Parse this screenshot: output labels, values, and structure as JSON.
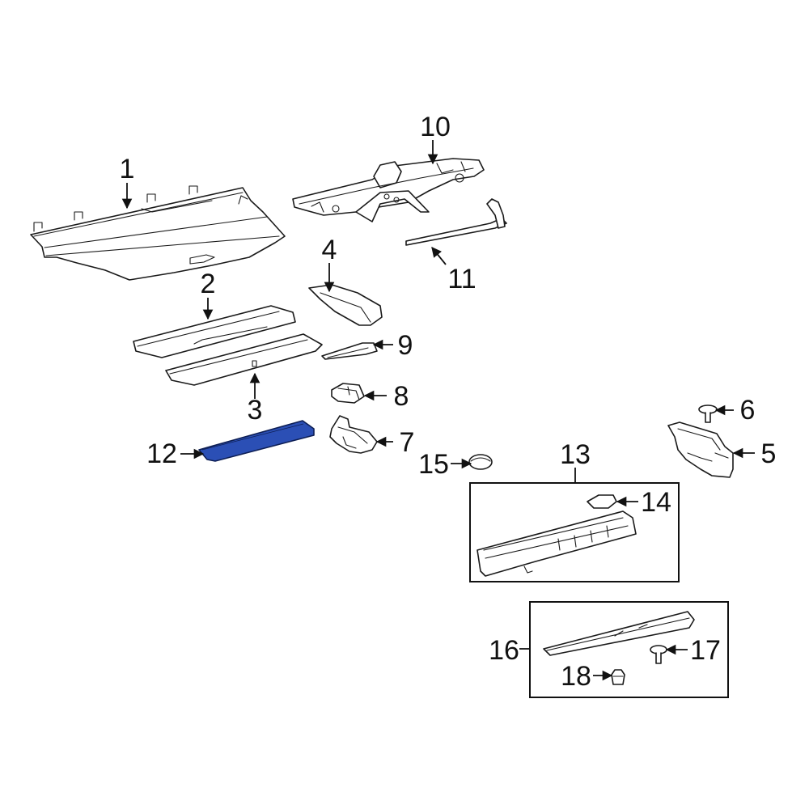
{
  "highlight_color": "#2b4fb5",
  "callouts": [
    {
      "id": "1",
      "text": "1"
    },
    {
      "id": "2",
      "text": "2"
    },
    {
      "id": "3",
      "text": "3"
    },
    {
      "id": "4",
      "text": "4"
    },
    {
      "id": "5",
      "text": "5"
    },
    {
      "id": "6",
      "text": "6"
    },
    {
      "id": "7",
      "text": "7"
    },
    {
      "id": "8",
      "text": "8"
    },
    {
      "id": "9",
      "text": "9"
    },
    {
      "id": "10",
      "text": "10"
    },
    {
      "id": "11",
      "text": "11"
    },
    {
      "id": "12",
      "text": "12"
    },
    {
      "id": "13",
      "text": "13"
    },
    {
      "id": "14",
      "text": "14"
    },
    {
      "id": "15",
      "text": "15"
    },
    {
      "id": "16",
      "text": "16"
    },
    {
      "id": "17",
      "text": "17"
    },
    {
      "id": "18",
      "text": "18"
    }
  ]
}
